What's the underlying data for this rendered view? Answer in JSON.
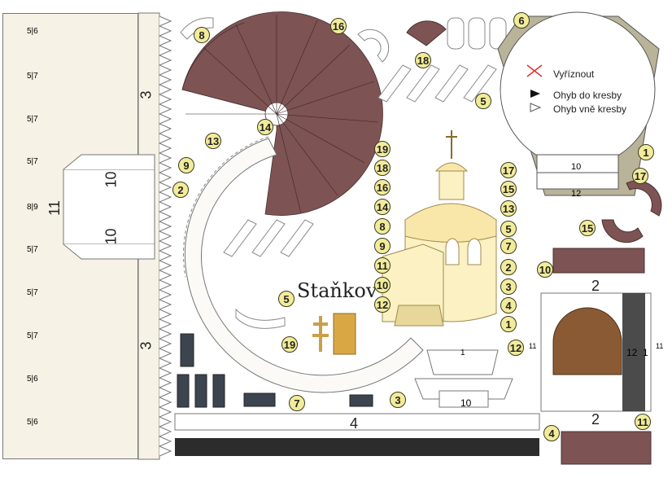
{
  "legend": {
    "cut_label": "Vyříznout",
    "fold_in_label": "Ohyb do kresby",
    "fold_out_label": "Ohyb vně kresby",
    "colors": {
      "cut": "#e03030",
      "fold_in": "#111111",
      "fold_out": "#ffffff"
    }
  },
  "title": "Staňkov",
  "left_strip": {
    "numbers": [
      "10",
      "11",
      "10",
      "3",
      "3"
    ],
    "window_labels": [
      "5|6",
      "5|7",
      "5|7",
      "5|7",
      "8|9",
      "5|7",
      "5|7",
      "5|7",
      "5|6",
      "5|6"
    ]
  },
  "part_badges": [
    "8",
    "16",
    "18",
    "6",
    "5",
    "14",
    "13",
    "9",
    "2",
    "19",
    "18",
    "16",
    "14",
    "8",
    "9",
    "11",
    "10",
    "12",
    "17",
    "15",
    "13",
    "5",
    "7",
    "2",
    "3",
    "4",
    "1",
    "1",
    "17",
    "15",
    "10",
    "12",
    "5",
    "19",
    "7",
    "3",
    "4",
    "11"
  ],
  "piece_numbers": {
    "inner_octagon": [
      "10",
      "12"
    ],
    "strip_4": "4",
    "gable_right": [
      "2",
      "12",
      "1",
      "2",
      "11",
      "11"
    ],
    "base_10": "10",
    "base_1": "1"
  },
  "colors": {
    "roof": "#7e5353",
    "body": "#f3efdc",
    "chapel": "#fbf1c2",
    "badge": "#f2ec9a",
    "octagon": "#b9b39a",
    "door": "#8a5a35"
  }
}
